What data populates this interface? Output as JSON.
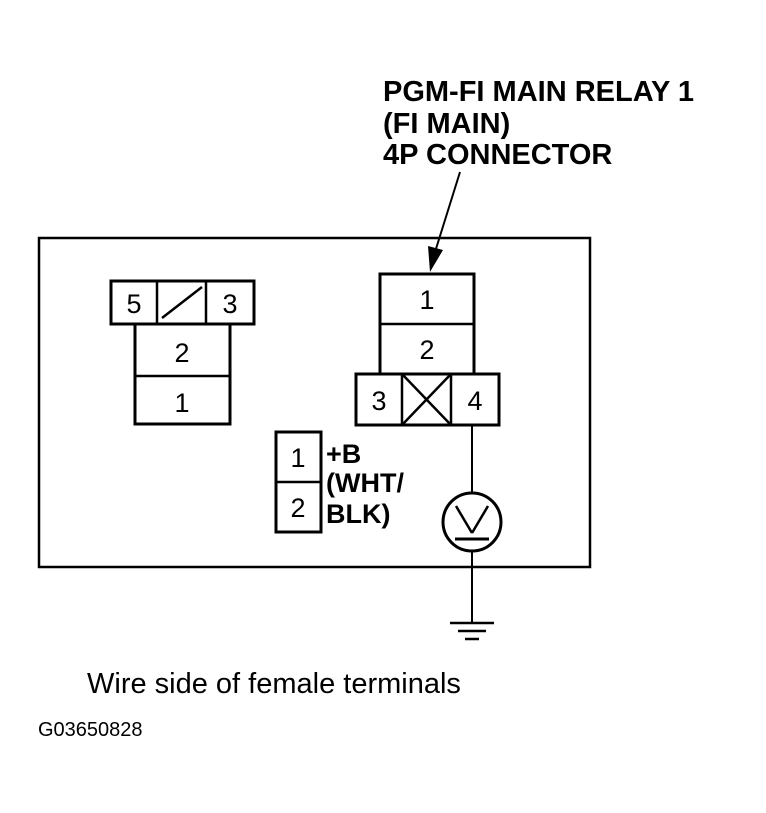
{
  "callout": {
    "line1": "PGM-FI MAIN RELAY 1",
    "line2": "(FI MAIN)",
    "line3": "4P CONNECTOR"
  },
  "left_connector": {
    "top_left": "5",
    "top_right": "3",
    "middle": "2",
    "bottom": "1"
  },
  "relay_connector": {
    "pin1": "1",
    "pin2": "2",
    "pin3": "3",
    "pin4": "4"
  },
  "probe_connector": {
    "pin1": "1",
    "pin2": "2"
  },
  "probe_label": {
    "line1": "+B",
    "line2": "(WHT/",
    "line3": "BLK)"
  },
  "caption": "Wire side of female terminals",
  "figure_id": "G03650828"
}
